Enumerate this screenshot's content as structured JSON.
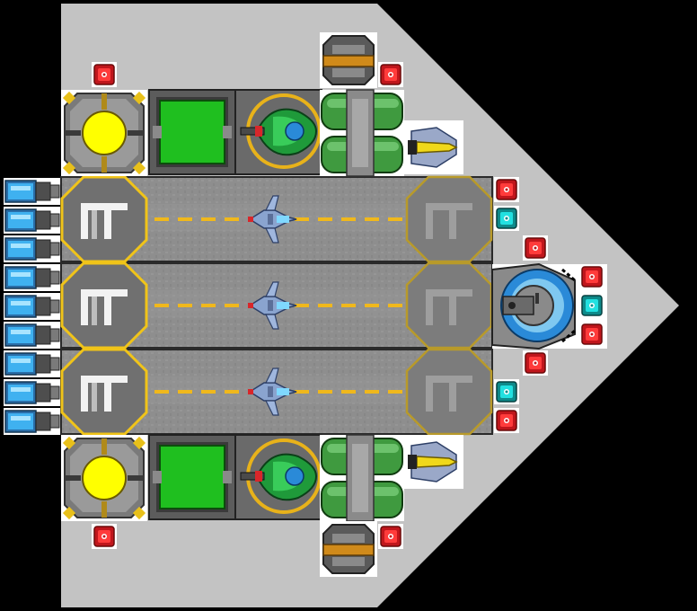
{
  "scene": {
    "kind": "starship-deck-layout",
    "orientation": "facing-right"
  },
  "colors": {
    "background": "#000000",
    "hull": "#c3c3c3",
    "module_frame": "#5a5a5a",
    "module_bg": "#9a9a9a",
    "hangar_floor": "#8f8f8f",
    "pad_ring": "#f0c419",
    "runway_dash": "#f0b81c",
    "reactor_core": "#ffff00",
    "shield_green": "#22c022",
    "fuel_tank": "#4aa24a",
    "red_node": "#d81c24",
    "cyan_node": "#17c8c8",
    "engine_blue": "#2a9ad8"
  },
  "hangars": [
    {
      "name": "hangar-bay-top",
      "craft_icon": "starfighter-icon",
      "launch_pad": "pad-active",
      "landing_pad": "pad-idle"
    },
    {
      "name": "hangar-bay-middle",
      "craft_icon": "starfighter-icon",
      "launch_pad": "pad-active",
      "landing_pad": "pad-idle"
    },
    {
      "name": "hangar-bay-bottom",
      "craft_icon": "starfighter-icon",
      "launch_pad": "pad-active",
      "landing_pad": "pad-idle"
    }
  ],
  "engine_count": 9,
  "wings": [
    {
      "name": "wing-top",
      "modules": [
        "reactor-icon",
        "shield-generator-icon",
        "turret-icon",
        "fuel-tank-icon",
        "missile-launcher-icon",
        "thruster-pod-icon"
      ]
    },
    {
      "name": "wing-bottom",
      "modules": [
        "reactor-icon",
        "shield-generator-icon",
        "turret-icon",
        "fuel-tank-icon",
        "missile-launcher-icon",
        "thruster-pod-icon"
      ]
    }
  ],
  "bridge": {
    "icon": "command-bridge-icon"
  },
  "nodes": [
    {
      "name": "power-node-red"
    },
    {
      "name": "power-node-cyan"
    }
  ]
}
